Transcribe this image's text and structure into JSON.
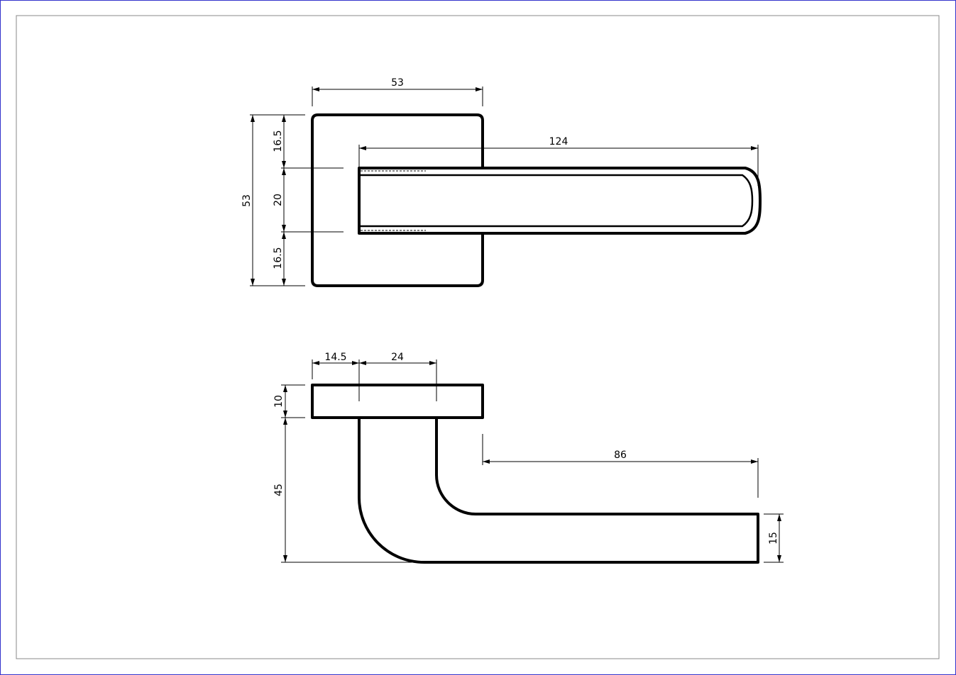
{
  "drawing": {
    "border_color": "#3333cc",
    "line_color": "#000000",
    "top_view": {
      "plate_width_label": "53",
      "plate_height_label": "53",
      "lever_length_label": "124",
      "upper_offset_label": "16.5",
      "lever_width_label": "20",
      "lower_offset_label": "16.5"
    },
    "side_view": {
      "rose_offset_label": "14.5",
      "stem_width_label": "24",
      "rose_thickness_label": "10",
      "lever_height_label": "45",
      "lever_reach_label": "86",
      "lever_thickness_label": "15"
    }
  }
}
